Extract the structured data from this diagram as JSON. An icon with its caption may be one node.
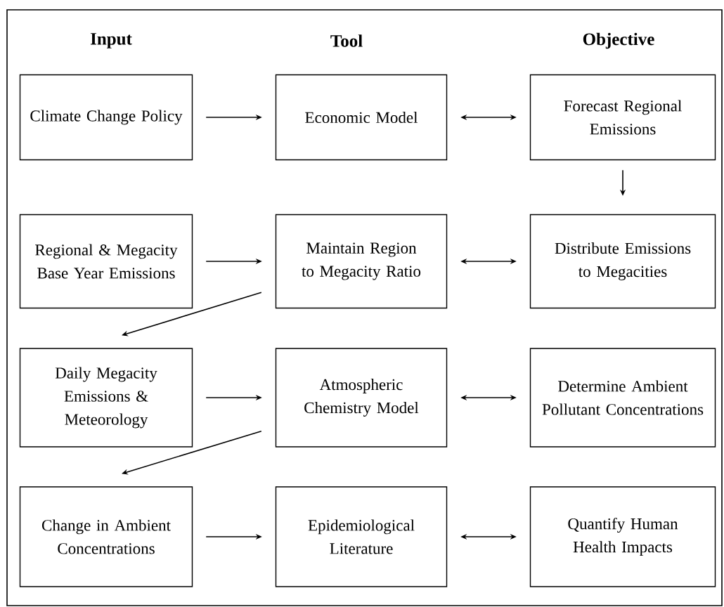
{
  "diagram": {
    "nodes": [
      {
        "text": [
          "Climate Change Policy"
        ]
      },
      {
        "text": [
          "Economic Model"
        ]
      },
      {
        "text": [
          "Forecast Regional Emissions"
        ]
      },
      {
        "text": [
          "Regional & Megacity Base Year Emissions"
        ]
      },
      {
        "text": [
          "Maintain Region to Megacity Ratio"
        ]
      },
      {
        "text": [
          "Distribute Emissions to Megacities"
        ]
      },
      {
        "text": [
          "Daily Megacity Emissions & Meteorology"
        ]
      },
      {
        "text": [
          "Atmospheric Chemistry Model"
        ]
      },
      {
        "text": [
          "Determine Ambient Pollutant Concentrations"
        ]
      },
      {
        "text": [
          "Change in Ambient Concentrations"
        ]
      },
      {
        "text": [
          "Epidemiological Literature"
        ]
      },
      {
        "text": [
          "Quantify Human Health Impacts"
        ]
      }
    ],
    "edges": [
      {
        "from": 0,
        "to": 1,
        "arrow": "to"
      },
      {
        "from": 1,
        "to": 2,
        "arrow": "both"
      },
      {
        "from": 2,
        "to": 5,
        "arrow": "to"
      },
      {
        "from": 3,
        "to": 4,
        "arrow": "to"
      },
      {
        "from": 4,
        "to": 5,
        "arrow": "both"
      },
      {
        "from": 4,
        "to": 6,
        "arrow": "to"
      },
      {
        "from": 6,
        "to": 7,
        "arrow": "to"
      },
      {
        "from": 7,
        "to": 8,
        "arrow": "both"
      },
      {
        "from": 7,
        "to": 9,
        "arrow": "to"
      },
      {
        "from": 9,
        "to": 10,
        "arrow": "to"
      },
      {
        "from": 10,
        "to": 11,
        "arrow": "both"
      }
    ],
    "labels": [
      "Input",
      "Tool",
      "Objective"
    ]
  }
}
